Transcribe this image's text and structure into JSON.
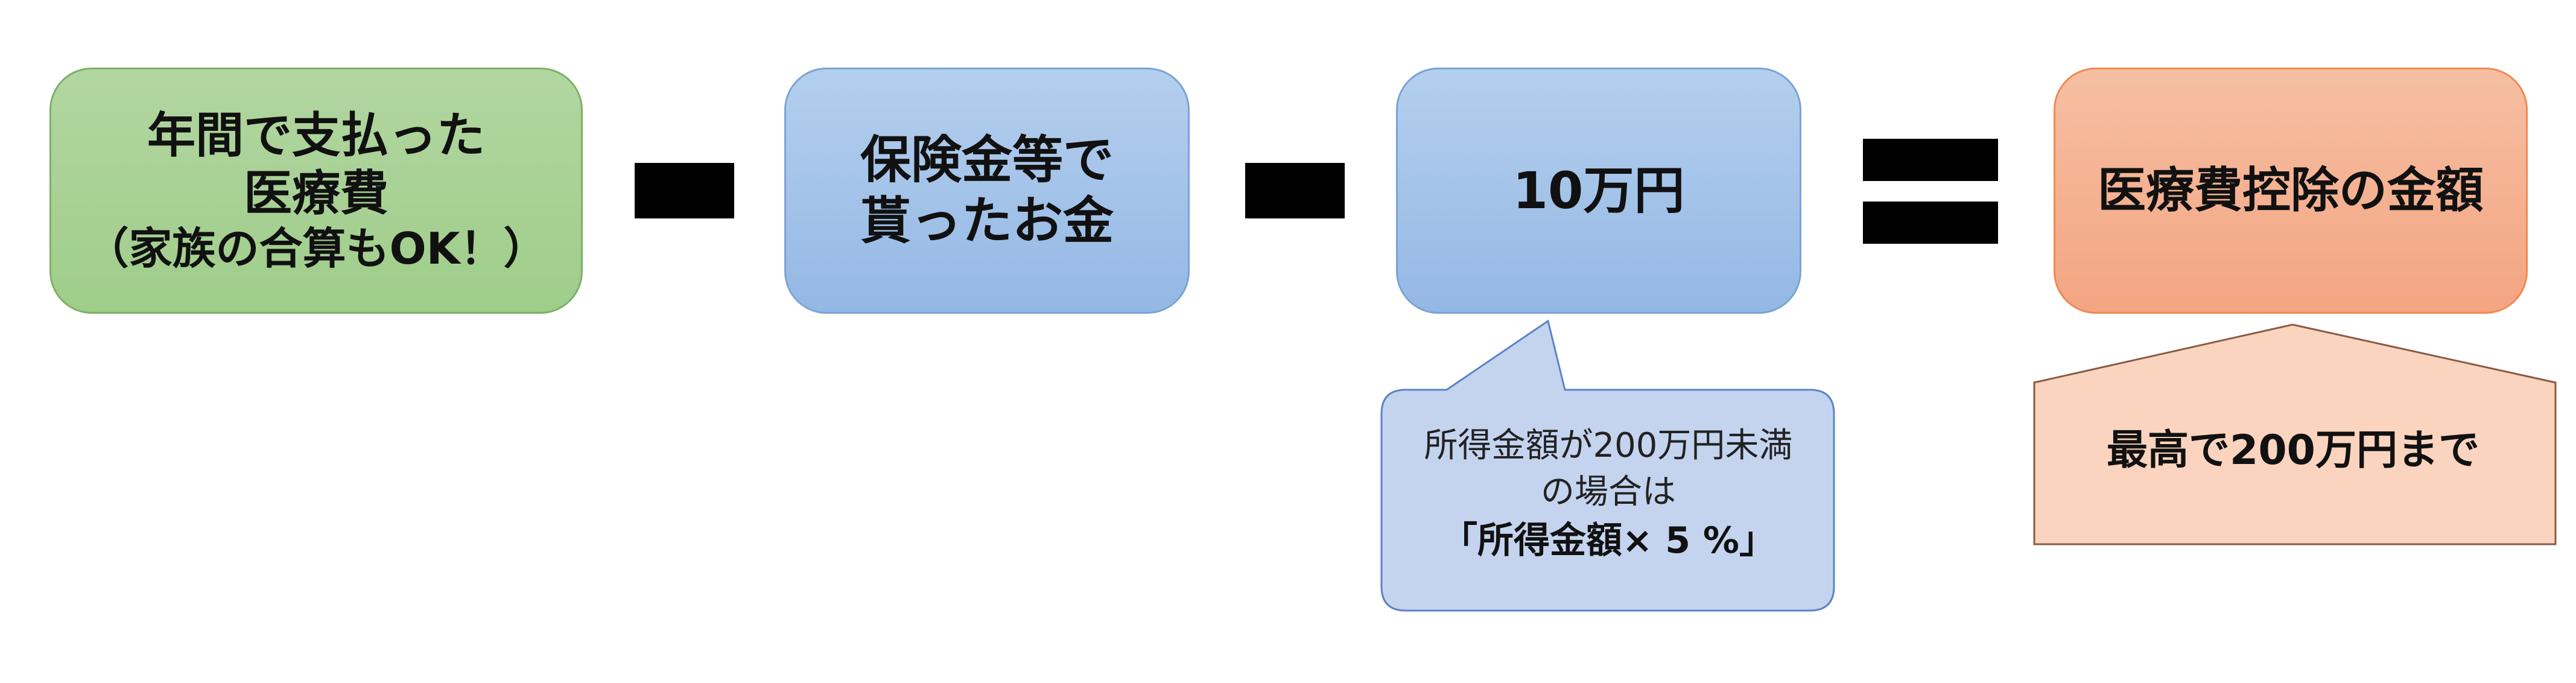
{
  "diagram": {
    "expenses": {
      "line1": "年間で支払った",
      "line2": "医療費",
      "line3": "（家族の合算もOK！）"
    },
    "insurance": {
      "line1": "保険金等で",
      "line2": "貰ったお金"
    },
    "threshold": {
      "label": "10万円"
    },
    "result": {
      "label": "医療費控除の金額"
    },
    "threshold_note": {
      "line1": "所得金額が200万円未満",
      "line2": "の場合は",
      "line3": "「所得金額× 5 %」"
    },
    "result_note": {
      "label": "最高で200万円まで"
    }
  },
  "colors": {
    "green_box": "#9fcd8a",
    "blue_box": "#94b8e4",
    "orange_box": "#f4a582",
    "blue_callout": "#c4d4ef",
    "orange_callout": "#fad4bf",
    "operator": "#000000"
  }
}
